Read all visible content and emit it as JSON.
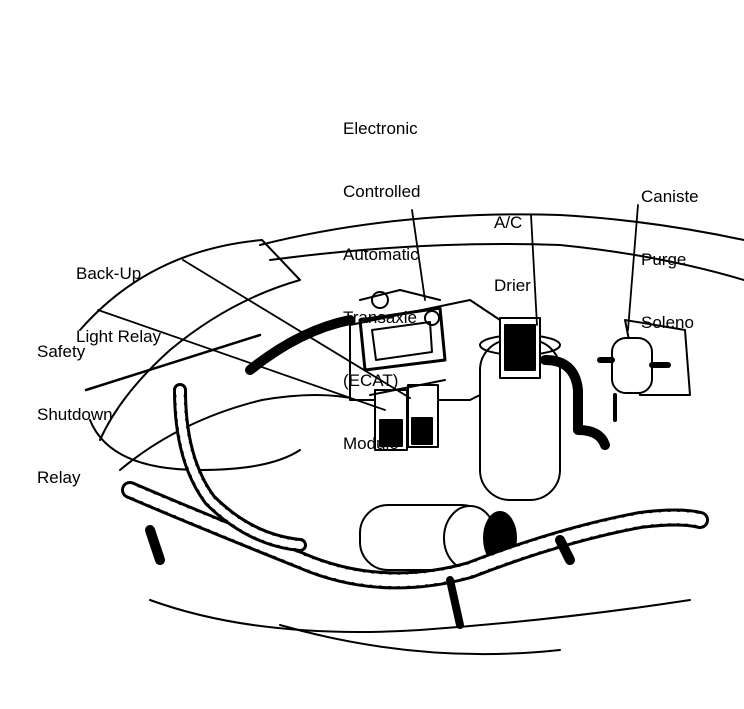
{
  "labels": {
    "ecat": [
      "Electronic",
      "Controlled",
      "Automatic",
      "Transaxle",
      "(ECAT)",
      "Module"
    ],
    "ac_drier": [
      "A/C",
      "Drier"
    ],
    "canister": [
      "Caniste",
      "Purge",
      "Soleno"
    ],
    "backup_relay": [
      "Back-Up",
      "Light Relay"
    ],
    "safety_relay": [
      "Safety",
      "Shutdown",
      "Relay"
    ]
  }
}
